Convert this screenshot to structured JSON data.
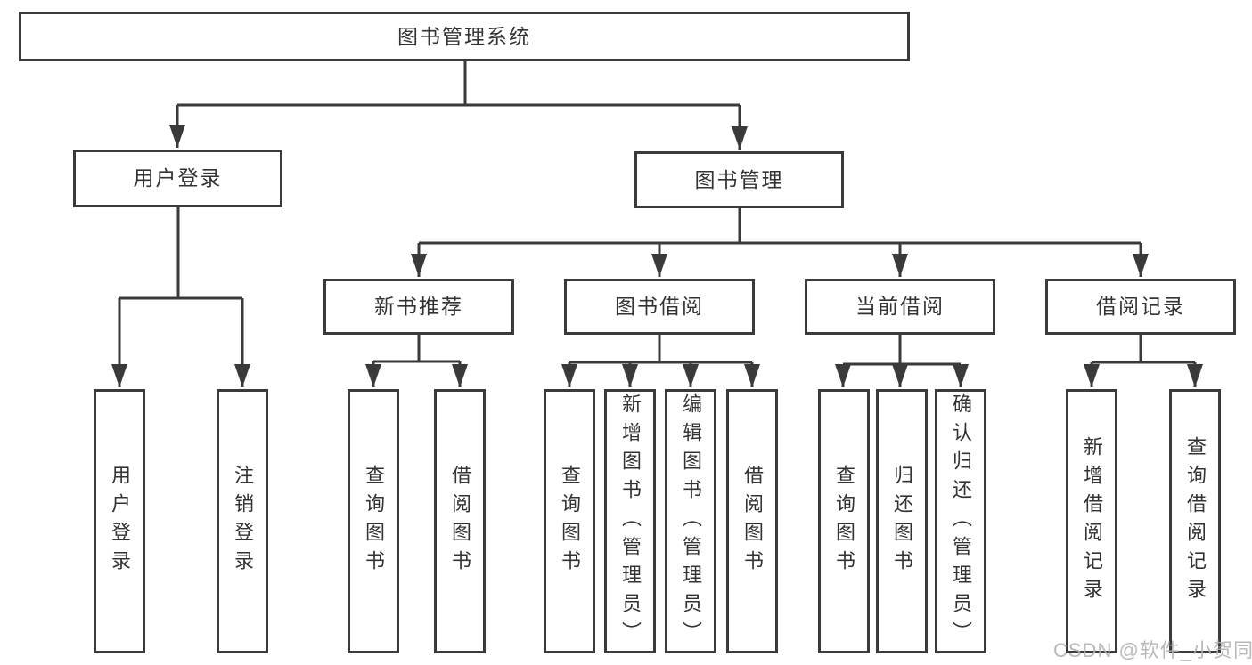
{
  "diagram": {
    "title_node": "图书管理系统",
    "level2": [
      "用户登录",
      "图书管理"
    ],
    "level3": [
      "新书推荐",
      "图书借阅",
      "当前借阅",
      "借阅记录"
    ],
    "leaf_groups": [
      {
        "children": [
          "用户登录",
          "注销登录"
        ]
      },
      {
        "children": [
          "查询图书",
          "借阅图书"
        ]
      },
      {
        "children": [
          "查询图书",
          "新增图书（管理员）",
          "编辑图书（管理员）",
          "借阅图书"
        ]
      },
      {
        "children": [
          "查询图书",
          "归还图书",
          "确认归还（管理员）"
        ]
      },
      {
        "children": [
          "新增借阅记录",
          "查询借阅记录"
        ]
      }
    ],
    "colors": {
      "line": "#3a3a3a",
      "text": "#333333",
      "background": "#ffffff",
      "watermark": "#afafaf"
    }
  },
  "watermark": {
    "text": "CSDN @软件_小贺同学"
  }
}
